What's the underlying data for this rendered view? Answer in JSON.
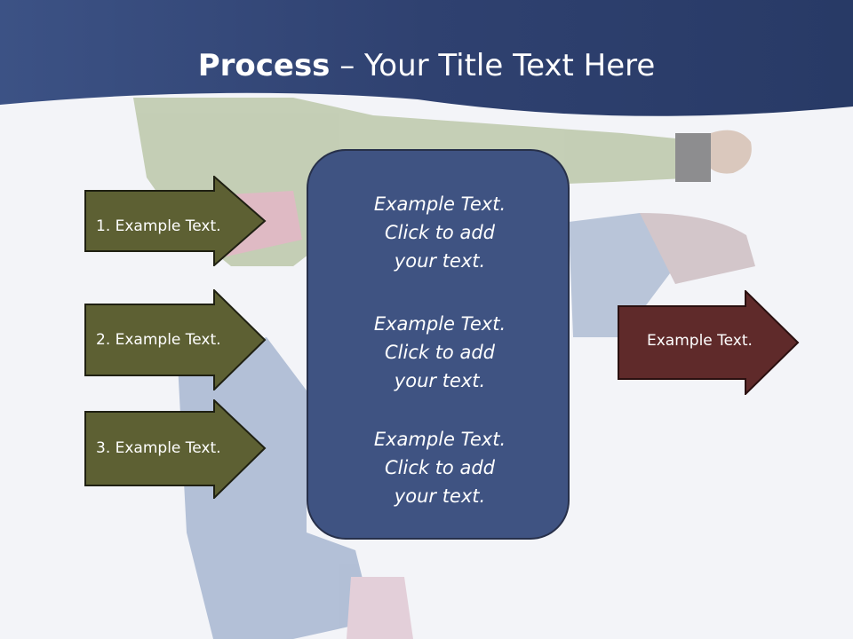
{
  "title": {
    "bold": "Process",
    "rest": " – Your Title Text Here"
  },
  "colors": {
    "header": "#2f4373",
    "input_arrow": "#5d6033",
    "output_arrow": "#5f2a2a",
    "center_box": "#3f5382"
  },
  "inputs": [
    {
      "label": "1. Example Text."
    },
    {
      "label": "2. Example Text."
    },
    {
      "label": "3. Example Text."
    }
  ],
  "center": {
    "blocks": [
      {
        "line1": "Example Text.",
        "line2": "Click  to add",
        "line3": "your text."
      },
      {
        "line1": "Example Text.",
        "line2": "Click  to add",
        "line3": "your text."
      },
      {
        "line1": "Example Text.",
        "line2": "Click  to add",
        "line3": "your text."
      }
    ]
  },
  "output": {
    "label": "Example Text."
  }
}
